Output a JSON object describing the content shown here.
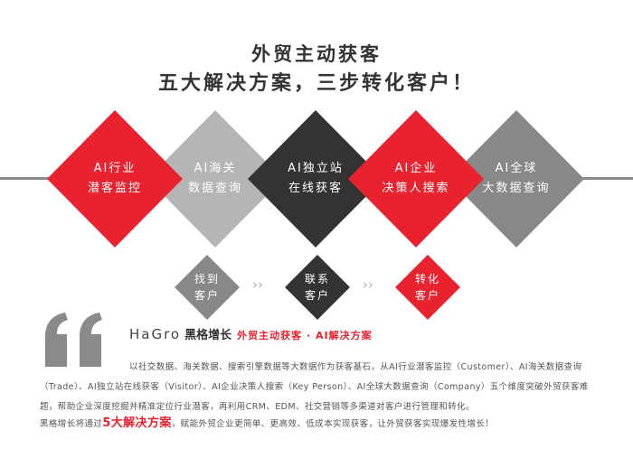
{
  "header": {
    "title_line1": "外贸主动获客",
    "title_line2": "五大解决方案，三步转化客户！"
  },
  "solutions": [
    {
      "line1": "AI行业",
      "line2": "潜客监控",
      "color": "#e8222f"
    },
    {
      "line1": "AI海关",
      "line2": "数据查询",
      "color": "#b5b5b6"
    },
    {
      "line1": "AI独立站",
      "line2": "在线获客",
      "color": "#323434"
    },
    {
      "line1": "AI企业",
      "line2": "决策人搜索",
      "color": "#e8222f"
    },
    {
      "line1": "AI全球",
      "line2": "大数据查询",
      "color": "#888888"
    }
  ],
  "steps": [
    {
      "line1": "找到",
      "line2": "客户",
      "color": "#888888"
    },
    {
      "line1": "联系",
      "line2": "客户",
      "color": "#323434"
    },
    {
      "line1": "转化",
      "line2": "客户",
      "color": "#e8222f"
    }
  ],
  "step_arrow": "››",
  "brand": {
    "name_en": "HaGro",
    "name_cn": "黑格增长",
    "tagline": "外贸主动获客 · AI解决方案"
  },
  "body": {
    "paragraph1": "以社交数据、海关数据、搜索引擎数据等大数据作为获客基石，从AI行业潜客监控（Customer）、AI海关数据查询（Trade）、AI独立站在线获客（Visitor）、AI企业决策人搜索（Key Person）、AI全球大数据查询（Company）五个维度突破外贸获客难题，帮助企业深度挖掘并精准定位行业潜客，再利用CRM、EDM、社交营销等多渠道对客户进行管理和转化。",
    "paragraph2_before": "黑格增长将通过",
    "paragraph2_highlight": "5大解决方案",
    "paragraph2_after": "，赋能外贸企业更简单、更高效、低成本实现获客，让外贸获客实现爆发性增长！"
  },
  "colors": {
    "red": "#e8222f",
    "dark": "#323434",
    "light_gray": "#b5b5b6",
    "mid_gray": "#888888"
  }
}
